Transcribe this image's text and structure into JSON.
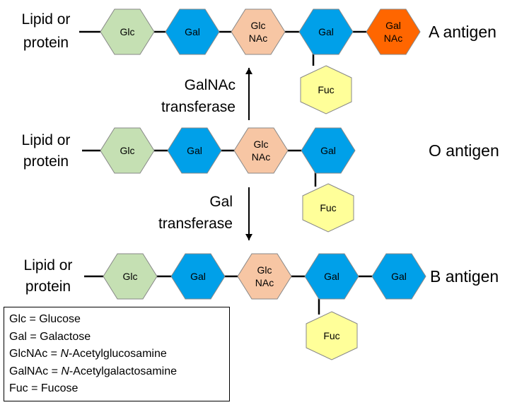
{
  "colors": {
    "glc": "#c5e0b3",
    "gal": "#00a0e9",
    "glcnac": "#f7c6a4",
    "galnac": "#ff6600",
    "fuc": "#ffff99",
    "stroke": "#888888",
    "line": "#000000"
  },
  "rows": [
    {
      "lipid_label_line1": "Lipid or",
      "lipid_label_line2": "protein",
      "antigen_label": "A antigen",
      "chain": [
        {
          "type": "glc",
          "line1": "Glc",
          "line2": ""
        },
        {
          "type": "gal",
          "line1": "Gal",
          "line2": ""
        },
        {
          "type": "glcnac",
          "line1": "Glc",
          "line2": "NAc"
        },
        {
          "type": "gal",
          "line1": "Gal",
          "line2": ""
        },
        {
          "type": "galnac",
          "line1": "Gal",
          "line2": "NAc"
        }
      ],
      "branch": {
        "type": "fuc",
        "line1": "Fuc"
      }
    },
    {
      "lipid_label_line1": "Lipid or",
      "lipid_label_line2": "protein",
      "antigen_label": "O antigen",
      "chain": [
        {
          "type": "glc",
          "line1": "Glc",
          "line2": ""
        },
        {
          "type": "gal",
          "line1": "Gal",
          "line2": ""
        },
        {
          "type": "glcnac",
          "line1": "Glc",
          "line2": "NAc"
        },
        {
          "type": "gal",
          "line1": "Gal",
          "line2": ""
        }
      ],
      "branch": {
        "type": "fuc",
        "line1": "Fuc"
      }
    },
    {
      "lipid_label_line1": "Lipid or",
      "lipid_label_line2": "protein",
      "antigen_label": "B antigen",
      "chain": [
        {
          "type": "glc",
          "line1": "Glc",
          "line2": ""
        },
        {
          "type": "gal",
          "line1": "Gal",
          "line2": ""
        },
        {
          "type": "glcnac",
          "line1": "Glc",
          "line2": "NAc"
        },
        {
          "type": "gal",
          "line1": "Gal",
          "line2": ""
        },
        {
          "type": "gal",
          "line1": "Gal",
          "line2": ""
        }
      ],
      "branch": {
        "type": "fuc",
        "line1": "Fuc"
      }
    }
  ],
  "arrows": [
    {
      "direction": "up",
      "label_line1": "GalNAc",
      "label_line2": "transferase"
    },
    {
      "direction": "down",
      "label_line1": "Gal",
      "label_line2": "transferase"
    }
  ],
  "legend": {
    "glc": "Glc = Glucose",
    "gal": "Gal = Galactose",
    "glcnac_prefix": "GlcNAc = ",
    "glcnac_italic": "N",
    "glcnac_suffix": "-Acetylglucosamine",
    "galnac_prefix": "GalNAc = ",
    "galnac_italic": "N",
    "galnac_suffix": "-Acetylgalactosamine",
    "fuc": "Fuc = Fucose"
  }
}
